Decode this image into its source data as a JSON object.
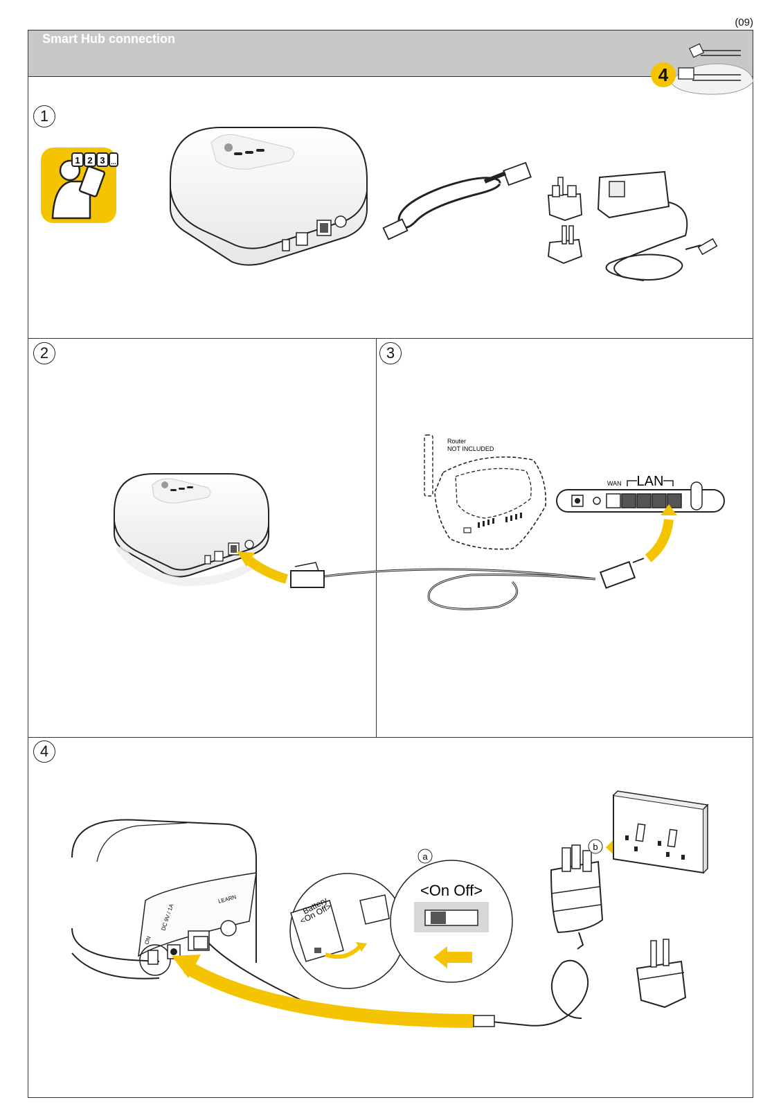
{
  "page": {
    "number": "(09)"
  },
  "header": {
    "title": "Smart Hub connection",
    "step_callout": "4"
  },
  "icons": [
    "manual-instructions-icon",
    "smart-hub-icon",
    "ethernet-cable-icon",
    "uk-plug-adapter-icon",
    "eu-plug-adapter-icon",
    "power-adapter-icon",
    "router-icon",
    "wall-socket-icon",
    "battery-switch-icon",
    "arrow-icon"
  ],
  "colors": {
    "accent_yellow": "#f5c400",
    "header_gray": "#c8c8c8",
    "line": "#222222"
  },
  "steps": [
    {
      "badge": "1",
      "manual_digits": [
        "1",
        "2",
        "3",
        "..."
      ]
    },
    {
      "badge": "2"
    },
    {
      "badge": "3",
      "router_label_line1": "Router",
      "router_label_line2": "NOT INCLUDED",
      "wan_label": "WAN",
      "lan_label": "LAN"
    },
    {
      "badge": "4",
      "sub_a": "a",
      "sub_b": "b",
      "switch_label": "<On Off>",
      "battery_label_line1": "Battery",
      "battery_label_line2": "<On Off>"
    }
  ],
  "hub_labels": {
    "learn": "LEARN",
    "dc": "DC 9V / 1A",
    "on": "ON"
  }
}
